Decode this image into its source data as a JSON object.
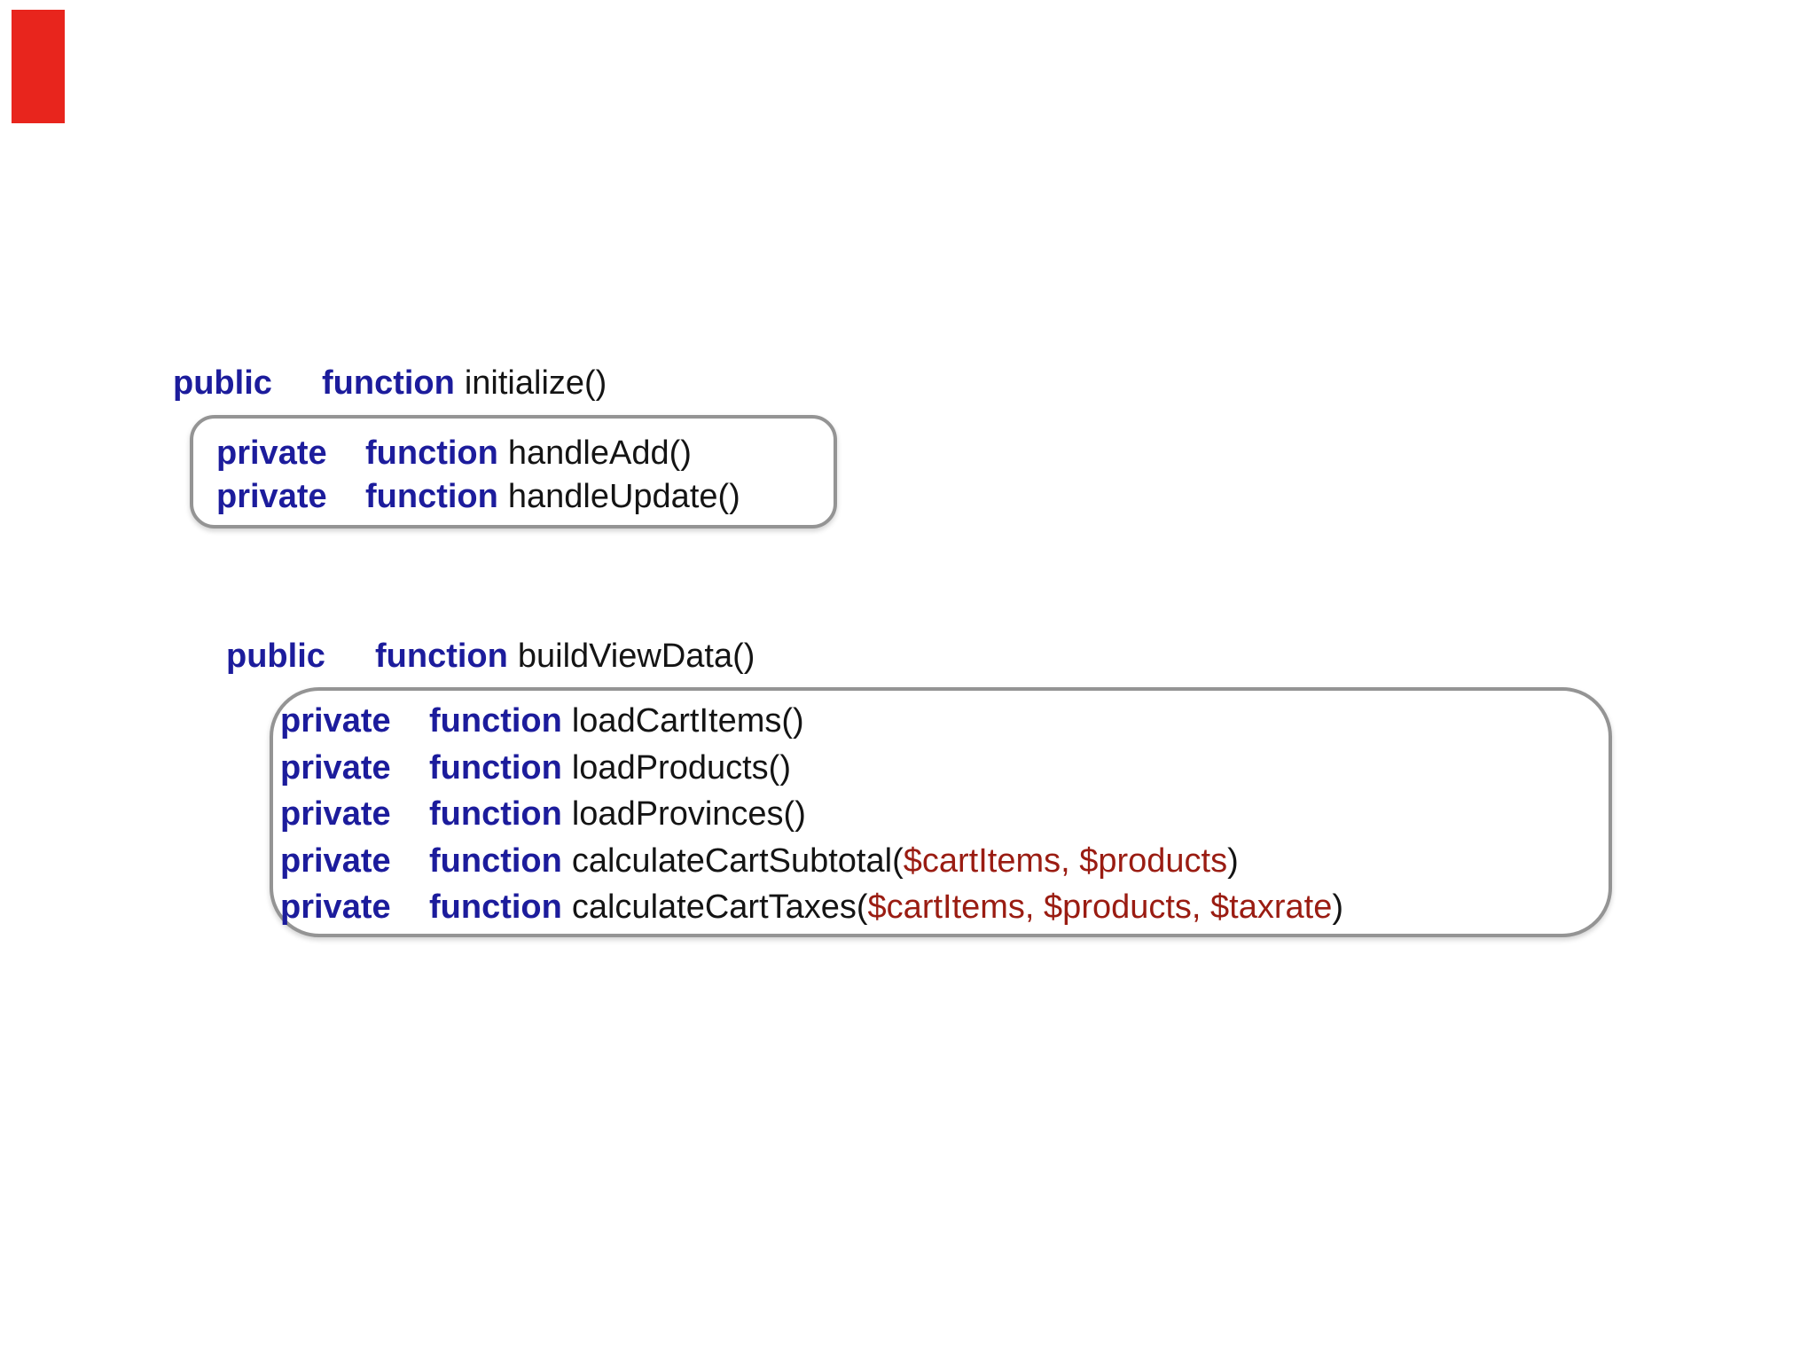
{
  "colors": {
    "keyword_blue": "#1c1c9c",
    "name_black": "#141414",
    "param_red": "#9a1c12",
    "box_border_gray": "#949494",
    "marker_red": "#e8251d",
    "background": "#ffffff"
  },
  "marker": {
    "description": "red-rectangle-marker"
  },
  "sections": [
    {
      "header": {
        "visibility": "public",
        "keyword": "function",
        "name": "initialize()"
      },
      "box_lines": [
        {
          "visibility": "private",
          "keyword": "function",
          "name_open": "handleAdd()",
          "params": "",
          "name_close": ""
        },
        {
          "visibility": "private",
          "keyword": "function",
          "name_open": "handleUpdate()",
          "params": "",
          "name_close": ""
        }
      ]
    },
    {
      "header": {
        "visibility": "public",
        "keyword": "function",
        "name": "buildViewData()"
      },
      "box_lines": [
        {
          "visibility": "private",
          "keyword": "function",
          "name_open": "loadCartItems()",
          "params": "",
          "name_close": ""
        },
        {
          "visibility": "private",
          "keyword": "function",
          "name_open": "loadProducts()",
          "params": "",
          "name_close": ""
        },
        {
          "visibility": "private",
          "keyword": "function",
          "name_open": "loadProvinces()",
          "params": "",
          "name_close": ""
        },
        {
          "visibility": "private",
          "keyword": "function",
          "name_open": "calculateCartSubtotal(",
          "params": "$cartItems, $products",
          "name_close": ")"
        },
        {
          "visibility": "private",
          "keyword": "function",
          "name_open": "calculateCartTaxes(",
          "params": "$cartItems, $products, $taxrate",
          "name_close": ")"
        }
      ]
    }
  ]
}
